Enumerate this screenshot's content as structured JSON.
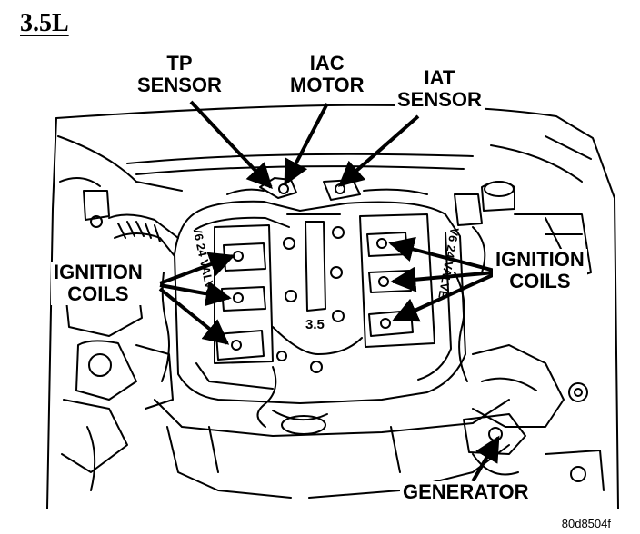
{
  "engine": "3.5L",
  "labels": {
    "tp_sensor": [
      "TP",
      "SENSOR"
    ],
    "iac_motor": [
      "IAC",
      "MOTOR"
    ],
    "iat_sensor": [
      "IAT",
      "SENSOR"
    ],
    "ignition_coils_left": [
      "IGNITION",
      "COILS"
    ],
    "ignition_coils_right": [
      "IGNITION",
      "COILS"
    ],
    "generator": "GENERATOR"
  },
  "manifold_text": {
    "left": "V6 24 VALVE",
    "right": "V6 24 VALVE",
    "center": "3.5"
  },
  "figure_code": "80d8504f",
  "colors": {
    "ink": "#000000",
    "paper": "#ffffff"
  }
}
